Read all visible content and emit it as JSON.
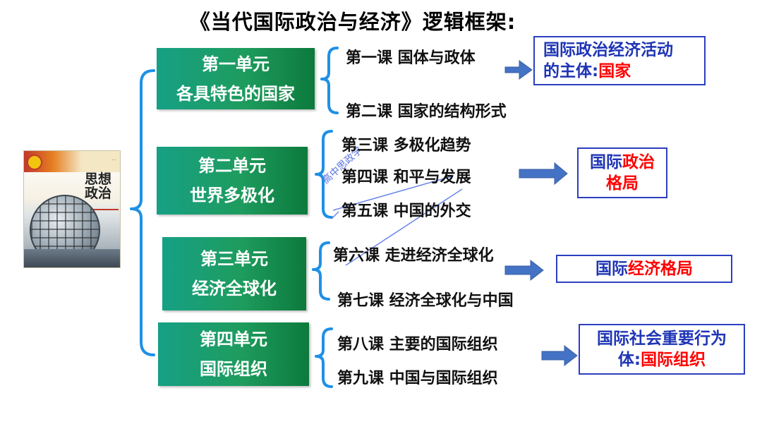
{
  "title": "《当代国际政治与经济》逻辑框架:",
  "book": {
    "title_line1": "思想",
    "title_line2": "政治"
  },
  "units": [
    {
      "line1": "第一单元",
      "line2": "各具特色的国家"
    },
    {
      "line1": "第二单元",
      "line2": "世界多极化"
    },
    {
      "line1": "第三单元",
      "line2": "经济全球化"
    },
    {
      "line1": "第四单元",
      "line2": "国际组织"
    }
  ],
  "lessons": [
    "第一课 国体与政体",
    "第二课  国家的结构形式",
    "第三课  多极化趋势",
    "第四课  和平与发展",
    "第五课  中国的外交",
    "第六课   走进经济全球化",
    "第七课   经济全球化与中国",
    "第八课   主要的国际组织",
    "第九课  中国与国际组织"
  ],
  "summaries": {
    "s1": {
      "line1": "国际政治经济活动",
      "line2_prefix": "的主体:",
      "line2_red": "国家"
    },
    "s2": {
      "line1_prefix": "国际",
      "line1_red": "政治",
      "line2_red": "格局"
    },
    "s3": {
      "prefix": "国际",
      "red": "经济格局"
    },
    "s4": {
      "line1": "国际社会重要行为",
      "line2_prefix": "体:",
      "line2_red": "国际组织"
    }
  },
  "watermark": "高中思政学",
  "colors": {
    "unit_green": "#1e9c5e",
    "bracket_blue": "#1e90e6",
    "arrow_blue": "#4472c4",
    "summary_border": "#2b3fbf",
    "highlight_red": "#ff0000"
  }
}
